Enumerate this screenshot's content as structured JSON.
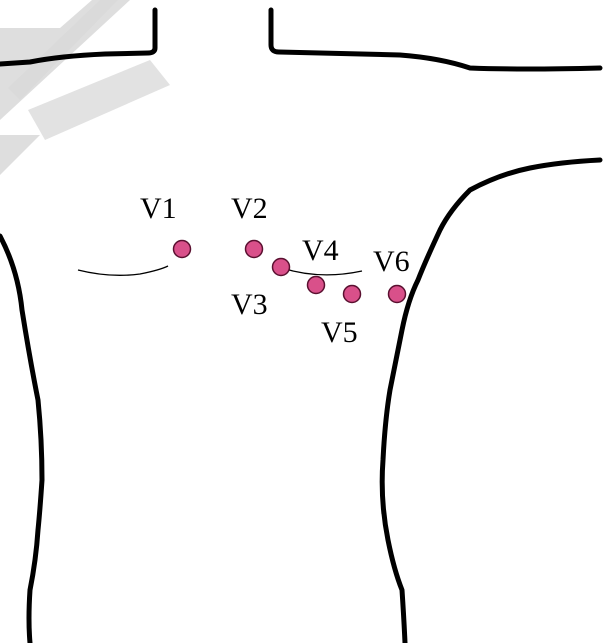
{
  "diagram": {
    "leads": [
      {
        "id": "V1",
        "label": "V1"
      },
      {
        "id": "V2",
        "label": "V2"
      },
      {
        "id": "V3",
        "label": "V3"
      },
      {
        "id": "V4",
        "label": "V4"
      },
      {
        "id": "V5",
        "label": "V5"
      },
      {
        "id": "V6",
        "label": "V6"
      }
    ],
    "colors": {
      "electrode_fill": "#d9508a",
      "electrode_stroke": "#5a1030",
      "outline": "#000000",
      "watermark": "#d8d8d8"
    }
  }
}
